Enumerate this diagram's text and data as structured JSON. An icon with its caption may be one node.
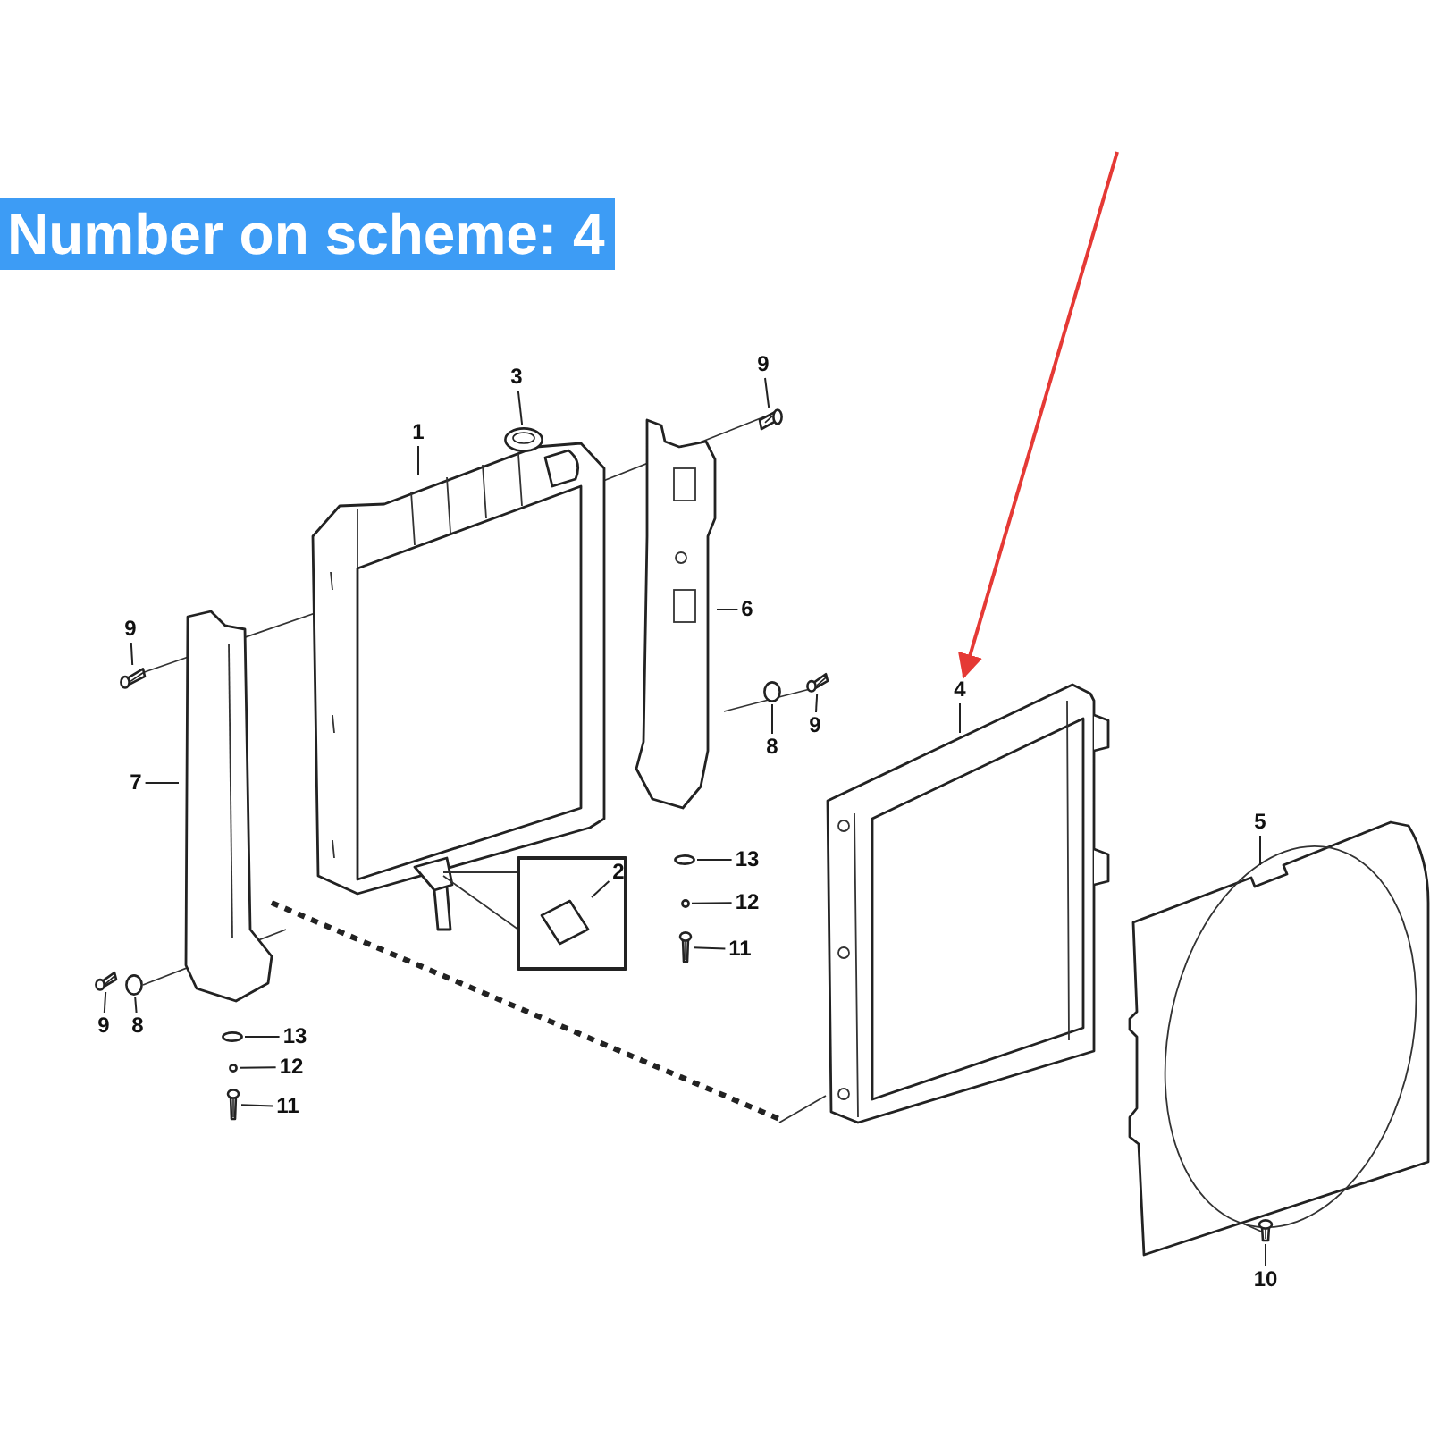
{
  "diagram": {
    "title": "Number on scheme: 4",
    "nodes": [
      {
        "text": [
          "9"
        ]
      },
      {
        "text": [
          "3"
        ]
      },
      {
        "text": [
          "1"
        ]
      },
      {
        "text": [
          "6"
        ]
      },
      {
        "text": [
          "9"
        ]
      },
      {
        "text": [
          "8"
        ]
      },
      {
        "text": [
          "9"
        ]
      },
      {
        "text": [
          "4"
        ]
      },
      {
        "text": [
          "7"
        ]
      },
      {
        "text": [
          "5"
        ]
      },
      {
        "text": [
          "2"
        ]
      },
      {
        "text": [
          "13"
        ]
      },
      {
        "text": [
          "12"
        ]
      },
      {
        "text": [
          "11"
        ]
      },
      {
        "text": [
          "9"
        ]
      },
      {
        "text": [
          "8"
        ]
      },
      {
        "text": [
          "13"
        ]
      },
      {
        "text": [
          "12"
        ]
      },
      {
        "text": [
          "11"
        ]
      },
      {
        "text": [
          "10"
        ]
      },
      {
        "text": [],
        "shape": "picture"
      },
      {
        "text": [],
        "shape": "picture"
      },
      {
        "text": [],
        "shape": "picture"
      },
      {
        "text": [],
        "shape": "circle"
      },
      {
        "text": [],
        "shape": "picture"
      },
      {
        "text": [],
        "shape": "picture"
      },
      {
        "text": [],
        "shape": "circle"
      },
      {
        "text": [],
        "shape": "circle"
      },
      {
        "text": [],
        "shape": "picture"
      },
      {
        "text": [],
        "shape": "picture"
      },
      {
        "text": [],
        "shape": "circle"
      },
      {
        "text": [],
        "shape": "circle"
      },
      {
        "text": [],
        "shape": "circle"
      },
      {
        "text": [],
        "shape": "picture"
      },
      {
        "text": [],
        "shape": "picture"
      }
    ],
    "edges": [
      {
        "from": 0,
        "to": 20,
        "arrow": "none"
      },
      {
        "from": 1,
        "to": 21,
        "arrow": "none"
      },
      {
        "from": 2,
        "to": null,
        "arrow": "none"
      },
      {
        "from": 3,
        "to": null,
        "arrow": "none"
      },
      {
        "from": 4,
        "to": 22,
        "arrow": "none"
      },
      {
        "from": 5,
        "to": 23,
        "arrow": "none"
      },
      {
        "from": 6,
        "to": 24,
        "arrow": "none"
      },
      {
        "from": 7,
        "to": null,
        "arrow": "none"
      },
      {
        "from": 8,
        "to": null,
        "arrow": "none"
      },
      {
        "from": 9,
        "to": null,
        "arrow": "none"
      },
      {
        "from": 10,
        "to": 25,
        "arrow": "none"
      },
      {
        "from": 11,
        "to": 26,
        "arrow": "none"
      },
      {
        "from": 12,
        "to": 27,
        "arrow": "none"
      },
      {
        "from": 13,
        "to": 28,
        "arrow": "none"
      },
      {
        "from": 14,
        "to": 29,
        "arrow": "none"
      },
      {
        "from": 15,
        "to": 30,
        "arrow": "none"
      },
      {
        "from": 16,
        "to": 31,
        "arrow": "none"
      },
      {
        "from": 17,
        "to": 32,
        "arrow": "none"
      },
      {
        "from": 18,
        "to": 33,
        "arrow": "none"
      },
      {
        "from": 19,
        "to": 34,
        "arrow": "none"
      },
      {
        "from": null,
        "to": 7,
        "arrow": "to",
        "color": "#e53935"
      }
    ]
  }
}
